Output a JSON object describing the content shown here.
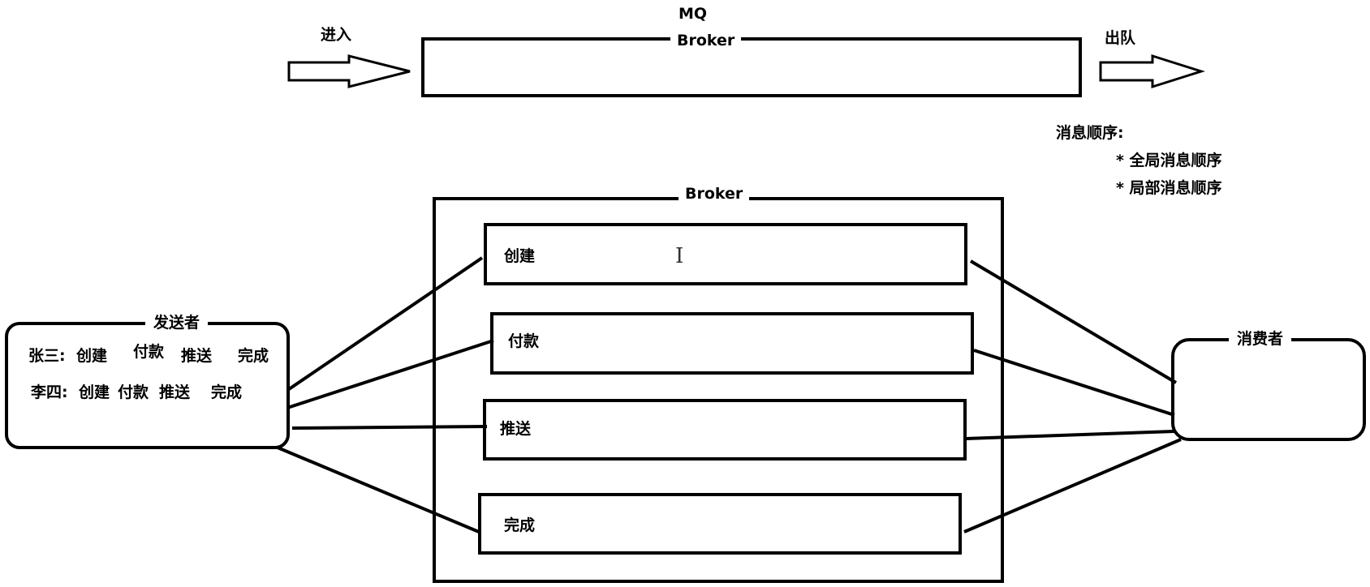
{
  "top": {
    "mq_label": "MQ",
    "broker_label": "Broker",
    "enter_label": "进入",
    "exit_label": "出队"
  },
  "notes": {
    "title": "消息顺序:",
    "items": [
      "* 全局消息顺序",
      "* 局部消息顺序"
    ]
  },
  "broker": {
    "label": "Broker",
    "queues": [
      "创建",
      "付款",
      "推送",
      "完成"
    ]
  },
  "sender": {
    "label": "发送者",
    "rows": [
      {
        "name": "张三:",
        "steps": [
          "创建",
          "付款",
          "推送",
          "完成"
        ]
      },
      {
        "name": "李四:",
        "steps": [
          "创建",
          "付款",
          "推送",
          "完成"
        ]
      }
    ]
  },
  "consumer": {
    "label": "消费者"
  },
  "colors": {
    "stroke": "#000000",
    "background": "#ffffff"
  },
  "icons": {
    "cursor": "text-cursor-icon"
  }
}
